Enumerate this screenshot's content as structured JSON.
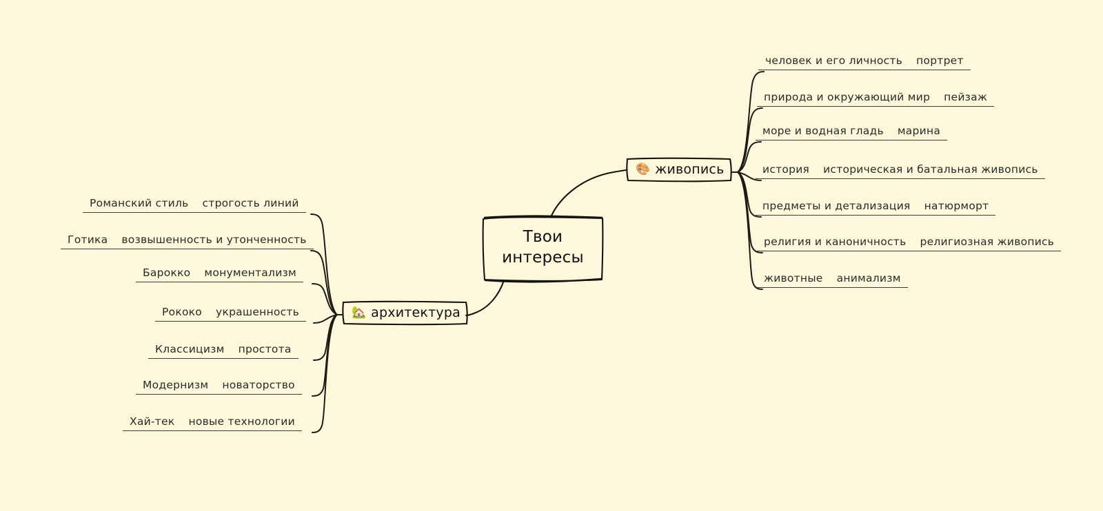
{
  "theme": {
    "background": "#fdf8dc",
    "ink": "#111111",
    "line": "#3a3a33"
  },
  "center": {
    "title": "Твои\nинтересы"
  },
  "branches": [
    {
      "id": "painting",
      "label": "живопись",
      "icon": "palette-icon",
      "icon_glyph": "🎨",
      "side": "right",
      "leaves": [
        {
          "aspect": "человек и его личность",
          "genre": "портрет"
        },
        {
          "aspect": "природа и окружающий мир",
          "genre": "пейзаж"
        },
        {
          "aspect": "море и водная гладь",
          "genre": "марина"
        },
        {
          "aspect": "история",
          "genre": "историческая и батальная живопись"
        },
        {
          "aspect": "предметы и детализация",
          "genre": "натюрморт"
        },
        {
          "aspect": "религия и каноничность",
          "genre": "религиозная живопись"
        },
        {
          "aspect": "животные",
          "genre": "анимализм"
        }
      ]
    },
    {
      "id": "architecture",
      "label": "архитектура",
      "icon": "house-icon",
      "icon_glyph": "🏡",
      "side": "left",
      "leaves": [
        {
          "aspect": "Романский стиль",
          "genre": "строгость линий"
        },
        {
          "aspect": "Готика",
          "genre": "возвышенность и утонченность"
        },
        {
          "aspect": "Барокко",
          "genre": "монументализм"
        },
        {
          "aspect": "Рококо",
          "genre": "украшенность"
        },
        {
          "aspect": "Классицизм",
          "genre": "простота"
        },
        {
          "aspect": "Модернизм",
          "genre": "новаторство"
        },
        {
          "aspect": "Хай-тек",
          "genre": "новые технологии"
        }
      ]
    }
  ]
}
